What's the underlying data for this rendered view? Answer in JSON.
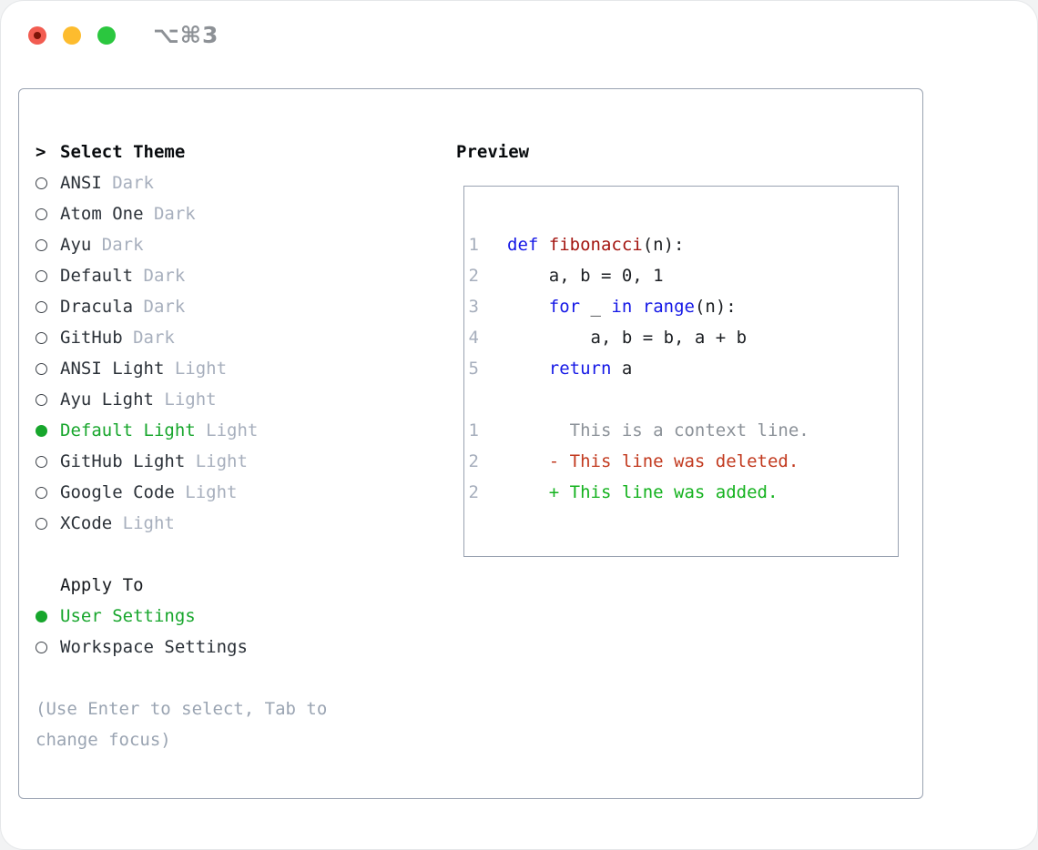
{
  "titlebar": {
    "title": "⌥⌘3"
  },
  "colors": {
    "accent_green": "#17a62c",
    "keyword_blue": "#1518e6",
    "function_red": "#a31510",
    "diff_deleted_red": "#c23a1f",
    "diff_added_green": "#14b21e",
    "muted_gray": "#a7afbd",
    "hint_gray": "#9aa4b2",
    "border_gray": "#99a2b1",
    "traffic_red": "#f25c51",
    "traffic_yellow": "#fdbc2e",
    "traffic_green": "#2bc73f"
  },
  "themes": {
    "prompt": ">",
    "header": "Select Theme",
    "items": [
      {
        "name": "ANSI",
        "variant": "Dark",
        "selected": false
      },
      {
        "name": "Atom One",
        "variant": "Dark",
        "selected": false
      },
      {
        "name": "Ayu",
        "variant": "Dark",
        "selected": false
      },
      {
        "name": "Default",
        "variant": "Dark",
        "selected": false
      },
      {
        "name": "Dracula",
        "variant": "Dark",
        "selected": false
      },
      {
        "name": "GitHub",
        "variant": "Dark",
        "selected": false
      },
      {
        "name": "ANSI Light",
        "variant": "Light",
        "selected": false
      },
      {
        "name": "Ayu Light",
        "variant": "Light",
        "selected": false
      },
      {
        "name": "Default Light",
        "variant": "Light",
        "selected": true
      },
      {
        "name": "GitHub Light",
        "variant": "Light",
        "selected": false
      },
      {
        "name": "Google Code",
        "variant": "Light",
        "selected": false
      },
      {
        "name": "XCode",
        "variant": "Light",
        "selected": false
      }
    ]
  },
  "apply_to": {
    "header": "Apply To",
    "items": [
      {
        "label": "User Settings",
        "selected": true
      },
      {
        "label": "Workspace Settings",
        "selected": false
      }
    ]
  },
  "hint": [
    "(Use Enter to select, Tab to",
    "change focus)"
  ],
  "preview": {
    "header": "Preview",
    "lines": [
      {
        "num": "1",
        "segments": [
          {
            "t": "def ",
            "s": "kw"
          },
          {
            "t": "fibonacci",
            "s": "fn"
          },
          {
            "t": "(n):",
            "s": "pl"
          }
        ]
      },
      {
        "num": "2",
        "segments": [
          {
            "t": "    a, b = 0, 1",
            "s": "pl"
          }
        ]
      },
      {
        "num": "3",
        "segments": [
          {
            "t": "    ",
            "s": "pl"
          },
          {
            "t": "for",
            "s": "kw"
          },
          {
            "t": " _ ",
            "s": "pl"
          },
          {
            "t": "in",
            "s": "kw"
          },
          {
            "t": " ",
            "s": "pl"
          },
          {
            "t": "range",
            "s": "kw"
          },
          {
            "t": "(n):",
            "s": "pl"
          }
        ]
      },
      {
        "num": "4",
        "segments": [
          {
            "t": "        a, b = b, a + b",
            "s": "pl"
          }
        ]
      },
      {
        "num": "5",
        "segments": [
          {
            "t": "    ",
            "s": "pl"
          },
          {
            "t": "return",
            "s": "kw"
          },
          {
            "t": " a",
            "s": "pl"
          }
        ]
      },
      {
        "num": "",
        "segments": []
      },
      {
        "num": "1",
        "segments": [
          {
            "t": "      This is a context line.",
            "s": "ctx"
          }
        ]
      },
      {
        "num": "2",
        "segments": [
          {
            "t": "    - This line was deleted.",
            "s": "del"
          }
        ]
      },
      {
        "num": "2",
        "segments": [
          {
            "t": "    + This line was added.",
            "s": "add"
          }
        ]
      }
    ]
  }
}
